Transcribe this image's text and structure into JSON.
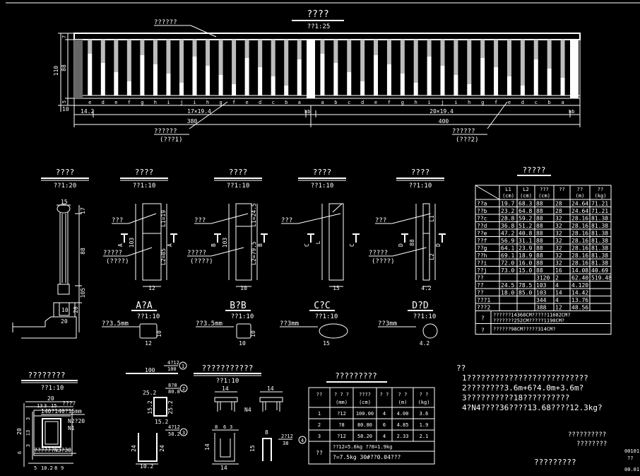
{
  "top": {
    "title": "????",
    "scale": "??1:25",
    "leader_label": "??????",
    "dim_14_2": "14.2",
    "dim_left_span": "17×19.4",
    "dim_right_span": "20×19.4",
    "dim_left_total": "380",
    "dim_right_total": "400",
    "dim_110": "110",
    "dim_88": "88",
    "dim_10": "10",
    "left_caption_1": "??????",
    "left_caption_2": "(???1)",
    "right_caption_1": "??????",
    "right_caption_2": "(???2)",
    "left_letters": [
      "e",
      "d",
      "e",
      "f",
      "g",
      "h",
      "i",
      "j",
      "i",
      "h",
      "g",
      "f",
      "e",
      "d",
      "c",
      "b",
      "a"
    ],
    "right_letters": [
      "a",
      "b",
      "c",
      "d",
      "e",
      "f",
      "g",
      "h",
      "i",
      "j",
      "i",
      "h",
      "g",
      "f",
      "e",
      "d",
      "c",
      "b",
      "a"
    ]
  },
  "details": [
    {
      "title": "????",
      "scale": "??1:20"
    },
    {
      "title": "????",
      "scale": "??1:10",
      "label": "???",
      "sub1": "?????",
      "sub2": "(????)",
      "dim_top": "L1=19",
      "dim_bot": "L2=85",
      "dim_side": "103",
      "width": "12",
      "section": "A?A",
      "pipe": "??3.5mm",
      "sec_w": "12",
      "sec_h": "10",
      "cut": "A"
    },
    {
      "title": "????",
      "scale": "??1:10",
      "label": "???",
      "sub1": "?????",
      "sub2": "(????)",
      "dim_top": "L1=24.5",
      "dim_bot": "L2=79.5",
      "dim_side": "103",
      "width": "10",
      "section": "B?B",
      "pipe": "??3.5mm",
      "sec_w": "10",
      "sec_h": "10",
      "cut": "B"
    },
    {
      "title": "????",
      "scale": "??1:10",
      "label": "???",
      "dim_side": "L",
      "width": "15",
      "section": "C?C",
      "pipe": "??3mm",
      "sec_w": "15",
      "cut": "C"
    },
    {
      "title": "????",
      "scale": "??1:10",
      "label": "???",
      "sub1": "?????",
      "sub2": "(????)",
      "dim_top": "L1",
      "dim_bot": "L2",
      "dim_side": "88",
      "width": "4.2",
      "section": "D?D",
      "pipe": "??3mm",
      "sec_w": "4.2",
      "cut": "D"
    }
  ],
  "post_dims": {
    "d15": "15",
    "d17": "17",
    "d88": "88",
    "d105": "105",
    "d20": "20",
    "d10": "10",
    "d20b": "20"
  },
  "table1": {
    "title": "?????",
    "headers": [
      "",
      "L1\n(cm)",
      "L2\n(cm)",
      "???\n(cm)",
      "??",
      "??\n(m)",
      "??\n(kg)"
    ],
    "rows": [
      [
        "??a",
        "19.7",
        "68.3",
        "88",
        "28",
        "24.64",
        "71.21"
      ],
      [
        "??b",
        "23.2",
        "64.8",
        "88",
        "28",
        "24.64",
        "71.21"
      ],
      [
        "??c",
        "28.8",
        "59.2",
        "88",
        "32",
        "28.16",
        "81.38"
      ],
      [
        "??d",
        "36.8",
        "51.2",
        "88",
        "32",
        "28.16",
        "81.38"
      ],
      [
        "??e",
        "47.2",
        "40.8",
        "88",
        "32",
        "28.16",
        "81.38"
      ],
      [
        "??f",
        "56.9",
        "31.1",
        "88",
        "32",
        "28.16",
        "81.38"
      ],
      [
        "??g",
        "64.1",
        "23.9",
        "88",
        "32",
        "28.16",
        "81.38"
      ],
      [
        "??h",
        "69.1",
        "18.9",
        "88",
        "32",
        "28.16",
        "81.38"
      ],
      [
        "??i",
        "72.0",
        "16.0",
        "88",
        "32",
        "28.16",
        "81.38"
      ],
      [
        "??j",
        "73.0",
        "15.0",
        "88",
        "16",
        "14.08",
        "40.69"
      ],
      [
        "??",
        "",
        "",
        "3120",
        "2",
        "62.40",
        "519.48"
      ],
      [
        "??",
        "24.5",
        "78.5",
        "103",
        "4",
        "4.120",
        ""
      ],
      [
        "??",
        "18.0",
        "85.0",
        "103",
        "14",
        "14.42",
        ""
      ],
      [
        "???1",
        "",
        "",
        "344",
        "4",
        "13.76",
        ""
      ],
      [
        "???2",
        "",
        "",
        "388",
        "12",
        "48.56",
        ""
      ]
    ],
    "notes": [
      "??????14368CM?????11682CM?",
      "???????252CM?????1190CM?",
      "??????98CM?????314CM?"
    ],
    "note_marks": [
      "?",
      "?"
    ]
  },
  "base": {
    "title": "????????",
    "scale": "??1:10",
    "dims": [
      "20",
      "13",
      "3",
      "15",
      "20",
      "3",
      "13",
      "3",
      "6",
      "10.2",
      "8",
      "9",
      "5",
      "5",
      "5"
    ],
    "label1": "????",
    "label2": "140?140?15mm",
    "n1": "N1",
    "n2": "N2?20",
    "n3": "??????N3?30"
  },
  "rebar": {
    "n1_top": "4?12",
    "n1_bot": "100",
    "n1_len": "100",
    "n2_top": "8?8",
    "n2_bot": "80.8",
    "n2_w": "25.2",
    "n2_h": "15.2",
    "n2_h2": "25.2",
    "n2_w2": "15.2",
    "n3_top": "4?12",
    "n3_bot": "58.2",
    "n3_h": "24",
    "n3_h2": "24",
    "n3_w": "10.2",
    "circles": [
      "1",
      "2",
      "3",
      "4"
    ]
  },
  "section2": {
    "title": "???????????",
    "scale": "??1:10",
    "d14a": "14",
    "d14b": "14",
    "n4": "N4",
    "d14c": "14",
    "d8": "8",
    "d6": "6",
    "d3": "3",
    "d15": "15",
    "d14d": "14",
    "n4_top": "2?12",
    "n4_bot": "38",
    "d8b": "8"
  },
  "table2": {
    "title": "?????????",
    "headers": [
      [
        "??",
        ""
      ],
      [
        "? ? ?",
        "(mm)"
      ],
      [
        "????",
        "(cm)"
      ],
      [
        "? ?",
        ""
      ],
      [
        "? ?",
        "(m)"
      ],
      [
        "? ?",
        "(kg)"
      ]
    ],
    "rows": [
      [
        "1",
        "?12",
        "100.00",
        "4",
        "4.00",
        "3.6"
      ],
      [
        "2",
        "?8",
        "80.80",
        "6",
        "4.85",
        "1.9"
      ],
      [
        "3",
        "?12",
        "58.20",
        "4",
        "2.33",
        "2.1"
      ]
    ],
    "total_label": "??",
    "total1": "??12=5.6kg  ??8=1.9kg",
    "total2": "?=7.5kg     30#??0.04???"
  },
  "notes": {
    "heading": "??",
    "lines": [
      "1??????????????????????????",
      "2????????3.6m+6?4.0m+3.6m?",
      "3??????????18??????????",
      "4?N4????36????13.68????12.3kg?"
    ],
    "sign1": "??????????",
    "sign2": "????????",
    "sign3": "?????????",
    "code1": "00101",
    "code2": "??",
    "code3": "00.01"
  }
}
